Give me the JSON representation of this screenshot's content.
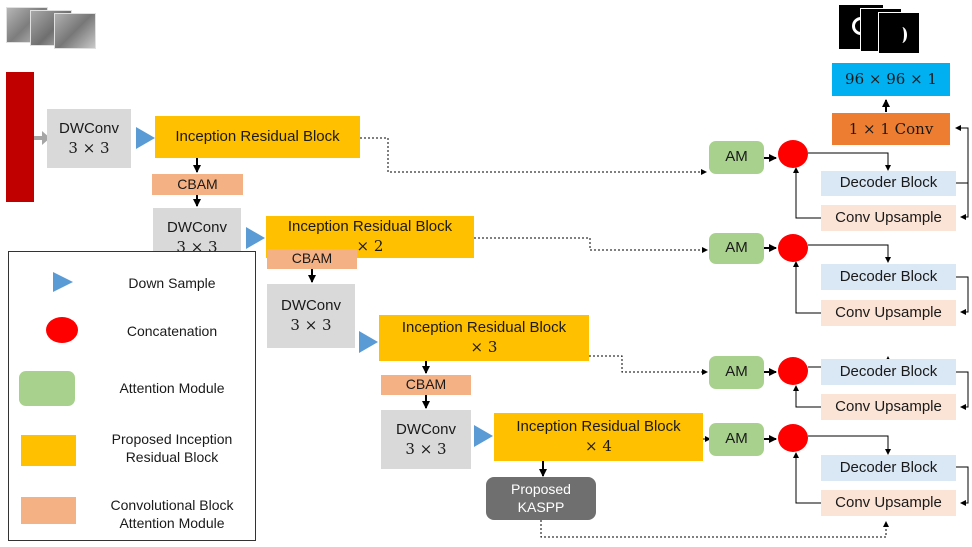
{
  "encoder": {
    "dwconv_label": "DWConv",
    "dwconv_size": "3 × 3",
    "cbam_label": "CBAM",
    "irb_label": "Inception Residual Block",
    "irb_mult_2": "× 2",
    "irb_mult_3": "× 3",
    "irb_mult_4": "× 4"
  },
  "kaspp": {
    "line1": "Proposed",
    "line2": "KASPP"
  },
  "decoder": {
    "am_label": "AM",
    "decoder_label": "Decoder Block",
    "upsample_label": "Conv Upsample",
    "conv11_label": "1 × 1 Conv",
    "output_size": "96 × 96 × 1"
  },
  "legend": {
    "down_sample": "Down Sample",
    "concatenation": "Concatenation",
    "attention_module": "Attention Module",
    "irb_line1": "Proposed Inception",
    "irb_line2": "Residual Block",
    "cbam_line1": "Convolutional Block",
    "cbam_line2": "Attention Module"
  },
  "colors": {
    "input_bar": "#c00000",
    "down_sample": "#5b9bd5",
    "concat": "#ff0000",
    "irb": "#ffc000",
    "cbam": "#f4b183",
    "am": "#a9d18e",
    "decoder": "#dae7f5",
    "upsample": "#fbe4d5",
    "conv11": "#ed7d31",
    "output": "#00b0f0",
    "kaspp": "#6f6f6f"
  }
}
